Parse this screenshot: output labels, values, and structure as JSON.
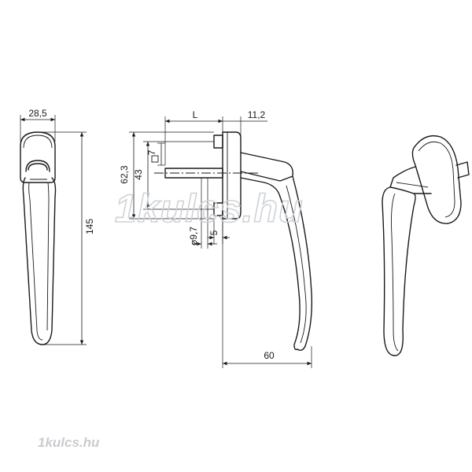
{
  "watermark": {
    "main": "1kulcs.hu",
    "corner": "1kulcs.hu"
  },
  "dimensions": {
    "width_top": "28,5",
    "height_total": "145",
    "length_L": "L",
    "flange_offset": "11,2",
    "height_62": "62,3",
    "height_43": "43",
    "square_7": "7",
    "diameter": "⌀9,7",
    "small_5": "5",
    "reach_60": "60"
  },
  "colors": {
    "line": "#1a1a1a",
    "watermark": "#cfd2d6"
  }
}
